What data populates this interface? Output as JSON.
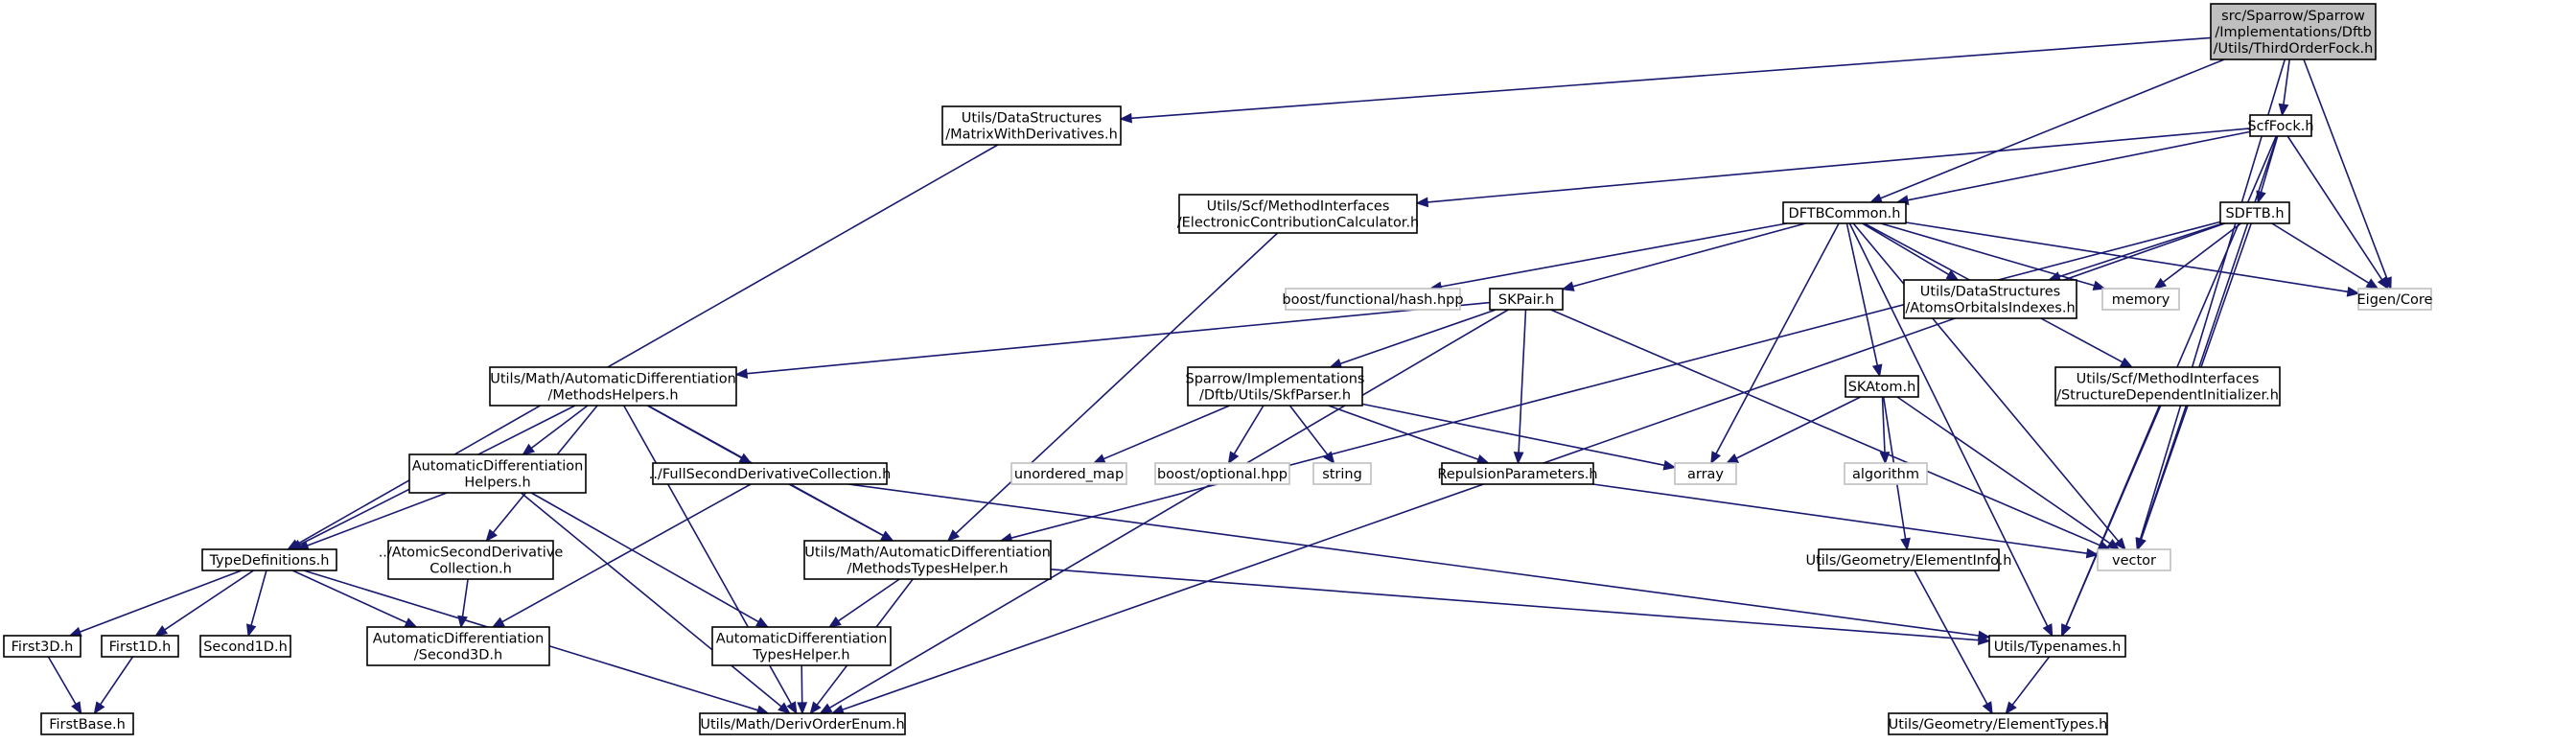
{
  "diagram": {
    "type": "include-dependency-graph",
    "colors": {
      "edge": "#191970",
      "root_fill": "#bfbfbf",
      "node_border": "#000000",
      "external_border": "#bfbfbf"
    },
    "nodes": [
      {
        "id": "root",
        "label": [
          "src/Sparrow/Sparrow",
          "/Implementations/Dftb",
          "/Utils/ThirdOrderFock.h"
        ],
        "kind": "root"
      },
      {
        "id": "mwd",
        "label": [
          "Utils/DataStructures",
          "/MatrixWithDerivatives.h"
        ],
        "kind": "normal"
      },
      {
        "id": "scffock",
        "label": [
          "ScfFock.h"
        ],
        "kind": "normal"
      },
      {
        "id": "ecc",
        "label": [
          "Utils/Scf/MethodInterfaces",
          "/ElectronicContributionCalculator.h"
        ],
        "kind": "normal"
      },
      {
        "id": "dftbcommon",
        "label": [
          "DFTBCommon.h"
        ],
        "kind": "normal"
      },
      {
        "id": "sdftb",
        "label": [
          "SDFTB.h"
        ],
        "kind": "normal"
      },
      {
        "id": "eigen",
        "label": [
          "Eigen/Core"
        ],
        "kind": "external"
      },
      {
        "id": "hash",
        "label": [
          "boost/functional/hash.hpp"
        ],
        "kind": "external"
      },
      {
        "id": "skpair",
        "label": [
          "SKPair.h"
        ],
        "kind": "normal"
      },
      {
        "id": "aoi",
        "label": [
          "Utils/DataStructures",
          "/AtomsOrbitalsIndexes.h"
        ],
        "kind": "normal"
      },
      {
        "id": "memory",
        "label": [
          "memory"
        ],
        "kind": "external"
      },
      {
        "id": "methodshelpers",
        "label": [
          "Utils/Math/AutomaticDifferentiation",
          "/MethodsHelpers.h"
        ],
        "kind": "normal"
      },
      {
        "id": "skfparser",
        "label": [
          "Sparrow/Implementations",
          "/Dftb/Utils/SkfParser.h"
        ],
        "kind": "normal"
      },
      {
        "id": "skatom",
        "label": [
          "SKAtom.h"
        ],
        "kind": "normal"
      },
      {
        "id": "sdi",
        "label": [
          "Utils/Scf/MethodInterfaces",
          "/StructureDependentInitializer.h"
        ],
        "kind": "normal"
      },
      {
        "id": "adhelpers",
        "label": [
          "AutomaticDifferentiation",
          "Helpers.h"
        ],
        "kind": "normal"
      },
      {
        "id": "fsdc",
        "label": [
          "../FullSecondDerivativeCollection.h"
        ],
        "kind": "normal"
      },
      {
        "id": "unorderedmap",
        "label": [
          "unordered_map"
        ],
        "kind": "external"
      },
      {
        "id": "optional",
        "label": [
          "boost/optional.hpp"
        ],
        "kind": "external"
      },
      {
        "id": "string",
        "label": [
          "string"
        ],
        "kind": "external"
      },
      {
        "id": "repulsion",
        "label": [
          "RepulsionParameters.h"
        ],
        "kind": "normal"
      },
      {
        "id": "array",
        "label": [
          "array"
        ],
        "kind": "external"
      },
      {
        "id": "algorithm",
        "label": [
          "algorithm"
        ],
        "kind": "external"
      },
      {
        "id": "typedefs",
        "label": [
          "TypeDefinitions.h"
        ],
        "kind": "normal"
      },
      {
        "id": "asdc",
        "label": [
          "../AtomicSecondDerivative",
          "Collection.h"
        ],
        "kind": "normal"
      },
      {
        "id": "mth",
        "label": [
          "Utils/Math/AutomaticDifferentiation",
          "/MethodsTypesHelper.h"
        ],
        "kind": "normal"
      },
      {
        "id": "vector",
        "label": [
          "vector"
        ],
        "kind": "external"
      },
      {
        "id": "elementinfo",
        "label": [
          "Utils/Geometry/ElementInfo.h"
        ],
        "kind": "normal"
      },
      {
        "id": "first3d",
        "label": [
          "First3D.h"
        ],
        "kind": "normal"
      },
      {
        "id": "first1d",
        "label": [
          "First1D.h"
        ],
        "kind": "normal"
      },
      {
        "id": "second1d",
        "label": [
          "Second1D.h"
        ],
        "kind": "normal"
      },
      {
        "id": "second3d",
        "label": [
          "AutomaticDifferentiation",
          "/Second3D.h"
        ],
        "kind": "normal"
      },
      {
        "id": "adth",
        "label": [
          "AutomaticDifferentiation",
          "TypesHelper.h"
        ],
        "kind": "normal"
      },
      {
        "id": "typenames",
        "label": [
          "Utils/Typenames.h"
        ],
        "kind": "normal"
      },
      {
        "id": "firstbase",
        "label": [
          "FirstBase.h"
        ],
        "kind": "normal"
      },
      {
        "id": "derivorder",
        "label": [
          "Utils/Math/DerivOrderEnum.h"
        ],
        "kind": "normal"
      },
      {
        "id": "elementtypes",
        "label": [
          "Utils/Geometry/ElementTypes.h"
        ],
        "kind": "normal"
      }
    ],
    "edges": [
      [
        "root",
        "mwd"
      ],
      [
        "root",
        "scffock"
      ],
      [
        "root",
        "dftbcommon"
      ],
      [
        "root",
        "eigen"
      ],
      [
        "root",
        "vector"
      ],
      [
        "mwd",
        "typedefs"
      ],
      [
        "scffock",
        "ecc"
      ],
      [
        "scffock",
        "dftbcommon"
      ],
      [
        "scffock",
        "sdftb"
      ],
      [
        "scffock",
        "eigen"
      ],
      [
        "scffock",
        "vector"
      ],
      [
        "scffock",
        "typenames"
      ],
      [
        "ecc",
        "mth"
      ],
      [
        "dftbcommon",
        "hash"
      ],
      [
        "dftbcommon",
        "skpair"
      ],
      [
        "dftbcommon",
        "aoi"
      ],
      [
        "dftbcommon",
        "memory"
      ],
      [
        "dftbcommon",
        "eigen"
      ],
      [
        "dftbcommon",
        "array"
      ],
      [
        "dftbcommon",
        "skatom"
      ],
      [
        "dftbcommon",
        "sdi"
      ],
      [
        "dftbcommon",
        "vector"
      ],
      [
        "dftbcommon",
        "typenames"
      ],
      [
        "sdftb",
        "aoi"
      ],
      [
        "sdftb",
        "memory"
      ],
      [
        "sdftb",
        "eigen"
      ],
      [
        "sdftb",
        "vector"
      ],
      [
        "sdftb",
        "mth"
      ],
      [
        "sdftb",
        "derivorder"
      ],
      [
        "skpair",
        "methodshelpers"
      ],
      [
        "skpair",
        "skfparser"
      ],
      [
        "skpair",
        "repulsion"
      ],
      [
        "skpair",
        "vector"
      ],
      [
        "skpair",
        "derivorder"
      ],
      [
        "methodshelpers",
        "adhelpers"
      ],
      [
        "methodshelpers",
        "fsdc"
      ],
      [
        "methodshelpers",
        "typedefs"
      ],
      [
        "methodshelpers",
        "asdc"
      ],
      [
        "methodshelpers",
        "mth"
      ],
      [
        "methodshelpers",
        "derivorder"
      ],
      [
        "skfparser",
        "unorderedmap"
      ],
      [
        "skfparser",
        "optional"
      ],
      [
        "skfparser",
        "string"
      ],
      [
        "skfparser",
        "repulsion"
      ],
      [
        "skfparser",
        "array"
      ],
      [
        "skatom",
        "array"
      ],
      [
        "skatom",
        "algorithm"
      ],
      [
        "skatom",
        "vector"
      ],
      [
        "skatom",
        "elementinfo"
      ],
      [
        "sdi",
        "typenames"
      ],
      [
        "adhelpers",
        "typedefs"
      ],
      [
        "adhelpers",
        "adth"
      ],
      [
        "adhelpers",
        "derivorder"
      ],
      [
        "fsdc",
        "mth"
      ],
      [
        "fsdc",
        "second3d"
      ],
      [
        "fsdc",
        "typenames"
      ],
      [
        "repulsion",
        "vector"
      ],
      [
        "typedefs",
        "first3d"
      ],
      [
        "typedefs",
        "first1d"
      ],
      [
        "typedefs",
        "second1d"
      ],
      [
        "typedefs",
        "second3d"
      ],
      [
        "typedefs",
        "derivorder"
      ],
      [
        "asdc",
        "second3d"
      ],
      [
        "mth",
        "adth"
      ],
      [
        "mth",
        "typenames"
      ],
      [
        "mth",
        "derivorder"
      ],
      [
        "elementinfo",
        "elementtypes"
      ],
      [
        "first3d",
        "firstbase"
      ],
      [
        "first1d",
        "firstbase"
      ],
      [
        "adth",
        "derivorder"
      ],
      [
        "typenames",
        "elementtypes"
      ]
    ]
  }
}
